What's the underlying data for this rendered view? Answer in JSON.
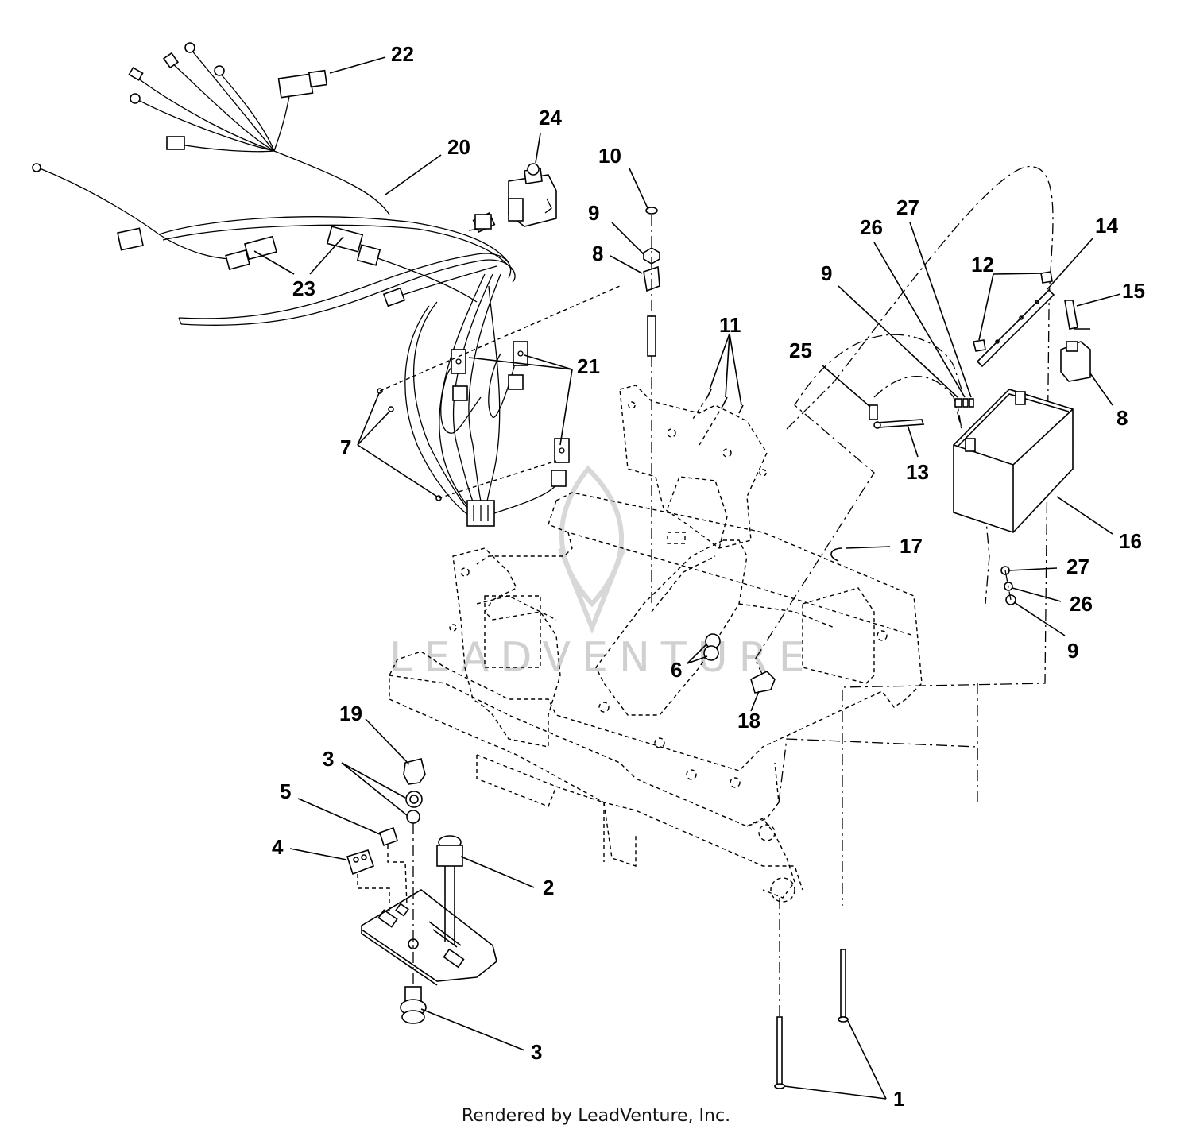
{
  "watermark": "LEADVENTURE",
  "footer": "Rendered by LeadVenture, Inc.",
  "callouts": [
    {
      "id": "c22",
      "label": "22"
    },
    {
      "id": "c24",
      "label": "24"
    },
    {
      "id": "c20",
      "label": "20"
    },
    {
      "id": "c10",
      "label": "10"
    },
    {
      "id": "c9a",
      "label": "9"
    },
    {
      "id": "c8a",
      "label": "8"
    },
    {
      "id": "c23",
      "label": "23"
    },
    {
      "id": "c21",
      "label": "21"
    },
    {
      "id": "c7",
      "label": "7"
    },
    {
      "id": "c11",
      "label": "11"
    },
    {
      "id": "c27a",
      "label": "27"
    },
    {
      "id": "c26a",
      "label": "26"
    },
    {
      "id": "c14",
      "label": "14"
    },
    {
      "id": "c9b",
      "label": "9"
    },
    {
      "id": "c12",
      "label": "12"
    },
    {
      "id": "c15",
      "label": "15"
    },
    {
      "id": "c25",
      "label": "25"
    },
    {
      "id": "c8b",
      "label": "8"
    },
    {
      "id": "c13",
      "label": "13"
    },
    {
      "id": "c16",
      "label": "16"
    },
    {
      "id": "c17",
      "label": "17"
    },
    {
      "id": "c27b",
      "label": "27"
    },
    {
      "id": "c26b",
      "label": "26"
    },
    {
      "id": "c9c",
      "label": "9"
    },
    {
      "id": "c6",
      "label": "6"
    },
    {
      "id": "c18",
      "label": "18"
    },
    {
      "id": "c19",
      "label": "19"
    },
    {
      "id": "c3a",
      "label": "3"
    },
    {
      "id": "c5",
      "label": "5"
    },
    {
      "id": "c4",
      "label": "4"
    },
    {
      "id": "c2",
      "label": "2"
    },
    {
      "id": "c3b",
      "label": "3"
    },
    {
      "id": "c1",
      "label": "1"
    }
  ]
}
